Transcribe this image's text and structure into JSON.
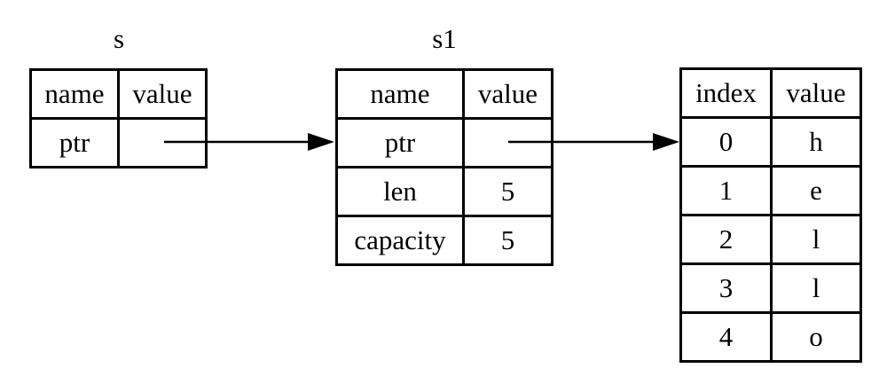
{
  "tables": {
    "s": {
      "title": "s",
      "headers": [
        "name",
        "value"
      ],
      "rows": [
        {
          "name": "ptr",
          "value": ""
        }
      ]
    },
    "s1": {
      "title": "s1",
      "headers": [
        "name",
        "value"
      ],
      "rows": [
        {
          "name": "ptr",
          "value": ""
        },
        {
          "name": "len",
          "value": "5"
        },
        {
          "name": "capacity",
          "value": "5"
        }
      ]
    },
    "heap": {
      "headers": [
        "index",
        "value"
      ],
      "rows": [
        {
          "index": "0",
          "value": "h"
        },
        {
          "index": "1",
          "value": "e"
        },
        {
          "index": "2",
          "value": "l"
        },
        {
          "index": "3",
          "value": "l"
        },
        {
          "index": "4",
          "value": "o"
        }
      ]
    }
  },
  "colors": {
    "line": "#000000",
    "background": "#ffffff",
    "text": "#000000"
  }
}
